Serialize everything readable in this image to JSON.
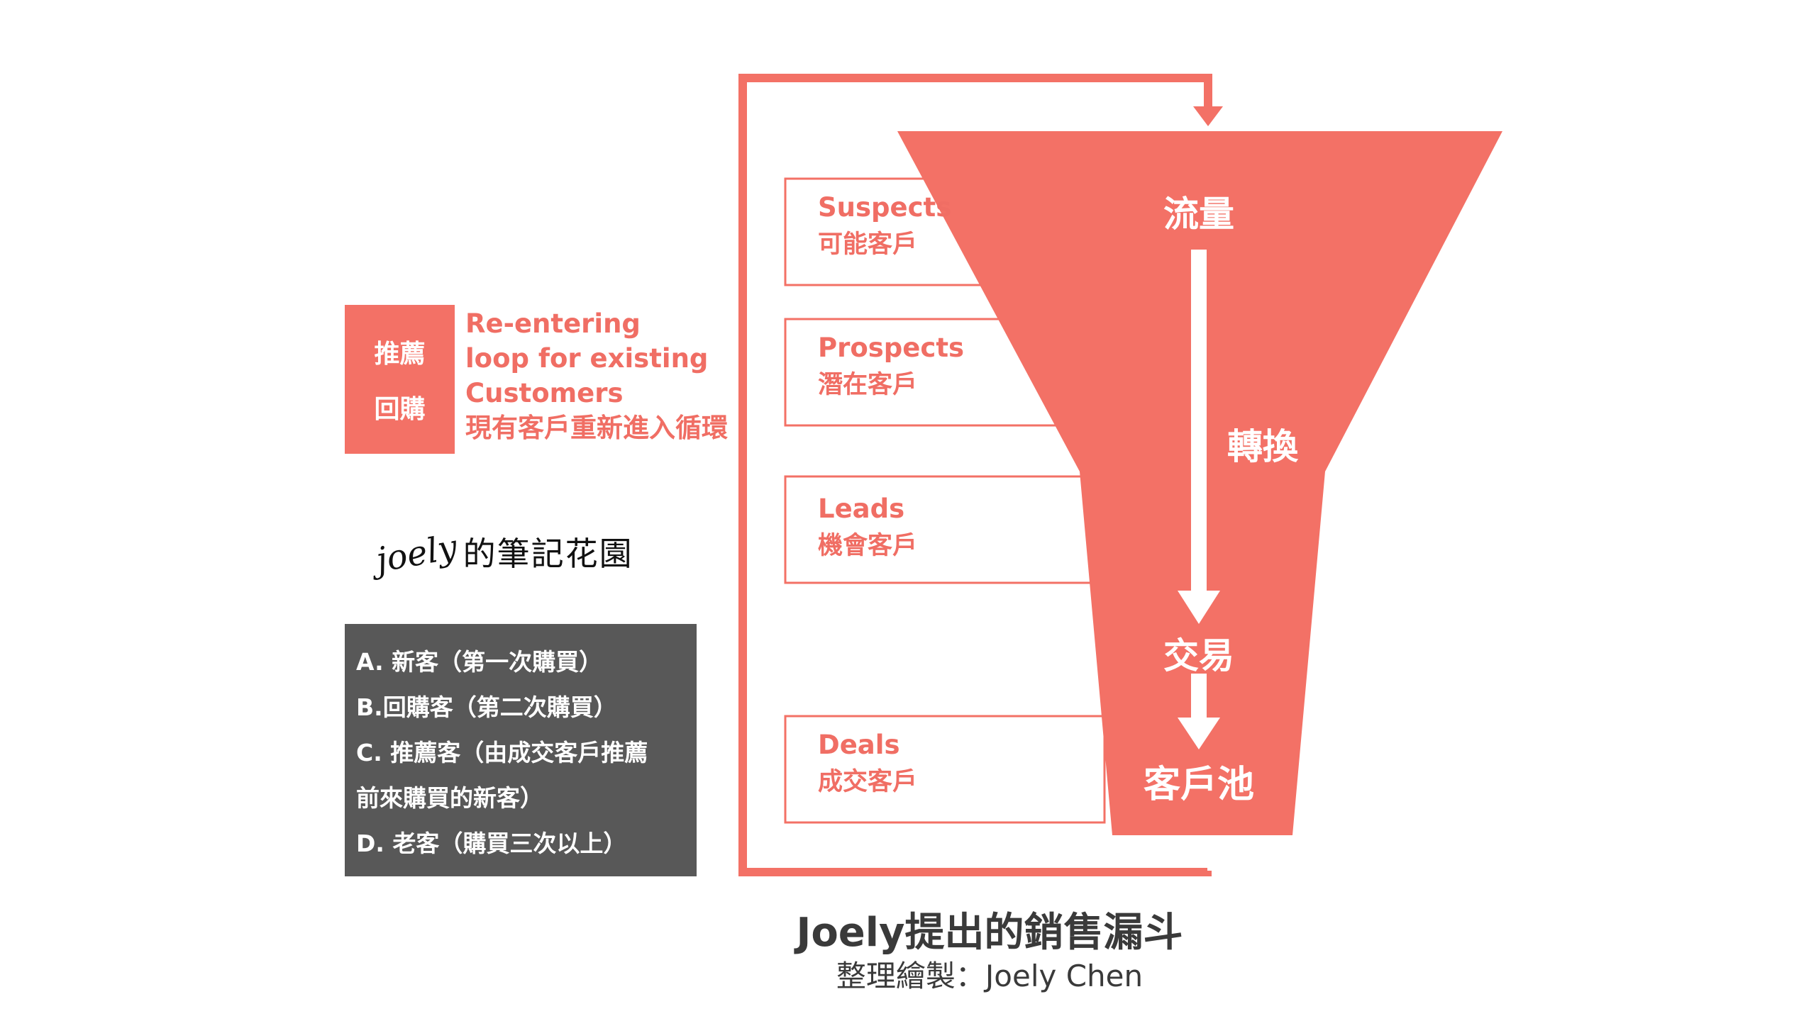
{
  "stages": [
    {
      "en": "Suspects",
      "zh": "可能客戶"
    },
    {
      "en": "Prospects",
      "zh": "潛在客戶"
    },
    {
      "en": "Leads",
      "zh": "機會客戶"
    },
    {
      "en": "Deals",
      "zh": "成交客戶"
    }
  ],
  "funnel": {
    "top": "流量",
    "middle": "轉換",
    "transaction": "交易",
    "pool": "客戶池"
  },
  "referral": {
    "box_line1": "推薦",
    "box_line2": "回購",
    "text_lines": [
      "Re-entering",
      "loop for existing",
      "Customers",
      "現有客戶重新進入循環"
    ]
  },
  "brand": {
    "script": "joely",
    "zh": "的筆記花園"
  },
  "legend": [
    "A. 新客（第一次購買）",
    "B.回購客（第二次購買）",
    "C. 推薦客（由成交客戶推薦",
    "前來購買的新客）",
    "D. 老客（購買三次以上）"
  ],
  "caption": {
    "title": "Joely提出的銷售漏斗",
    "subtitle": "整理繪製：Joely Chen"
  },
  "colors": {
    "coral": "#f37166",
    "legend_bg": "#585858"
  }
}
